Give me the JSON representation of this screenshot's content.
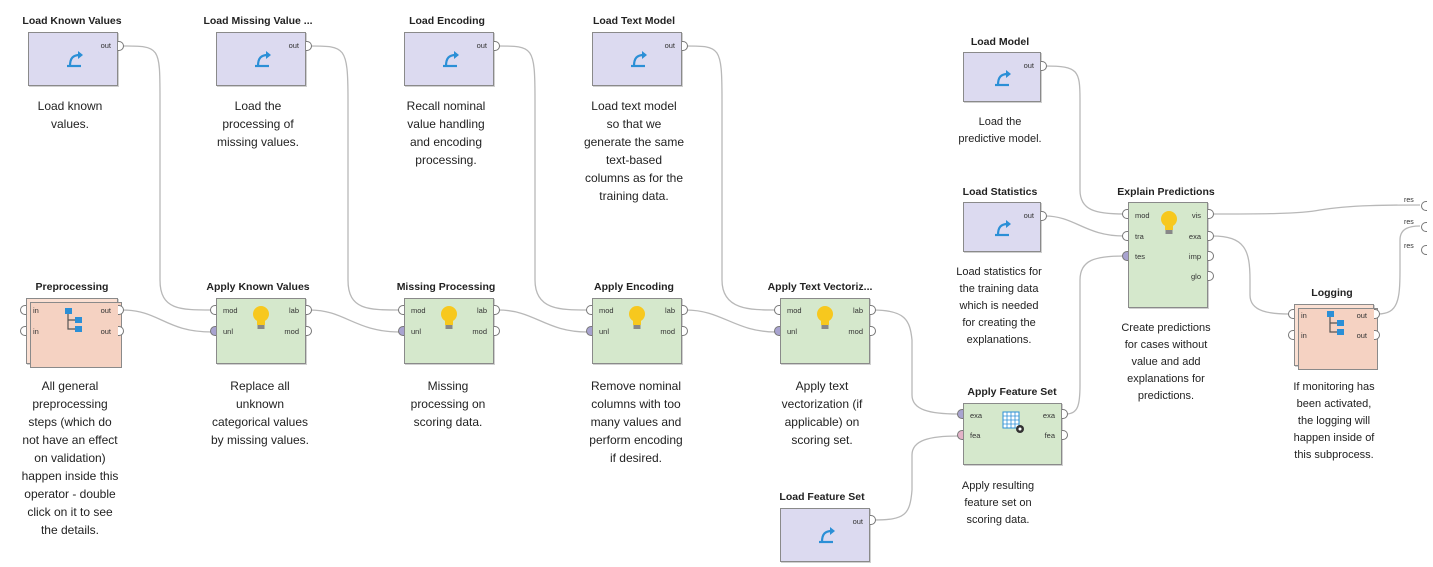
{
  "operators": {
    "load_known_values": {
      "title": "Load Known Values",
      "desc": "Load known\nvalues.",
      "out": "out"
    },
    "load_missing_value": {
      "title": "Load Missing Value ...",
      "desc": "Load the\nprocessing of\nmissing values.",
      "out": "out"
    },
    "load_encoding": {
      "title": "Load Encoding",
      "desc": "Recall nominal\nvalue handling\nand encoding\nprocessing.",
      "out": "out"
    },
    "load_text_model": {
      "title": "Load Text Model",
      "desc": "Load text model\nso that we\ngenerate the same\ntext-based\ncolumns as for the\ntraining data.",
      "out": "out"
    },
    "load_model": {
      "title": "Load Model",
      "desc": "Load the\npredictive model.",
      "out": "out"
    },
    "load_statistics": {
      "title": "Load Statistics",
      "desc": "Load statistics for\nthe training data\nwhich is needed\nfor creating the\nexplanations.",
      "out": "out"
    },
    "load_feature_set": {
      "title": "Load Feature Set",
      "out": "out"
    },
    "preprocessing": {
      "title": "Preprocessing",
      "desc": "All general\npreprocessing\nsteps (which do\nnot have an effect\non validation)\nhappen inside this\noperator - double\nclick on it to see\nthe details.",
      "ports_in": [
        "in",
        "in"
      ],
      "ports_out": [
        "out",
        "out"
      ]
    },
    "apply_known_values": {
      "title": "Apply Known Values",
      "desc": "Replace all\nunknown\ncategorical values\nby missing values.",
      "ports_in": [
        "mod",
        "unl"
      ],
      "ports_out": [
        "lab",
        "mod"
      ]
    },
    "missing_processing": {
      "title": "Missing Processing",
      "desc": "Missing\nprocessing on\nscoring data.",
      "ports_in": [
        "mod",
        "unl"
      ],
      "ports_out": [
        "lab",
        "mod"
      ]
    },
    "apply_encoding": {
      "title": "Apply Encoding",
      "desc": "Remove nominal\ncolumns with too\nmany values and\nperform encoding\nif desired.",
      "ports_in": [
        "mod",
        "unl"
      ],
      "ports_out": [
        "lab",
        "mod"
      ]
    },
    "apply_text_vectorization": {
      "title": "Apply Text Vectoriz...",
      "desc": "Apply text\nvectorization (if\napplicable) on\nscoring set.",
      "ports_in": [
        "mod",
        "unl"
      ],
      "ports_out": [
        "lab",
        "mod"
      ]
    },
    "apply_feature_set": {
      "title": "Apply Feature Set",
      "desc": "Apply resulting\nfeature set on\nscoring data.",
      "ports_in": [
        "exa",
        "fea"
      ],
      "ports_out": [
        "exa",
        "fea"
      ]
    },
    "explain_predictions": {
      "title": "Explain Predictions",
      "desc": "Create predictions\nfor cases without\nvalue and add\nexplanations for\npredictions.",
      "ports_in": [
        "mod",
        "tra",
        "tes"
      ],
      "ports_out": [
        "vis",
        "exa",
        "imp",
        "glo"
      ]
    },
    "logging": {
      "title": "Logging",
      "desc": "If monitoring has\nbeen activated,\nthe logging will\nhappen inside of\nthis subprocess.",
      "ports_in": [
        "in",
        "in"
      ],
      "ports_out": [
        "out",
        "out"
      ]
    }
  },
  "result_ports": [
    "res",
    "res",
    "res"
  ],
  "icons": {
    "load": "retrieve-arrow-icon",
    "apply": "lightbulb-icon",
    "subprocess": "subprocess-tree-icon",
    "feature_set": "table-gear-icon"
  },
  "colors": {
    "load_fill": "#dcdaf0",
    "apply_fill": "#d5e8cc",
    "subprocess_fill": "#fbe0d3",
    "wire": "#b8b8b8",
    "arrow_blue": "#2b8fd6",
    "bulb_yellow": "#f7c81e"
  }
}
